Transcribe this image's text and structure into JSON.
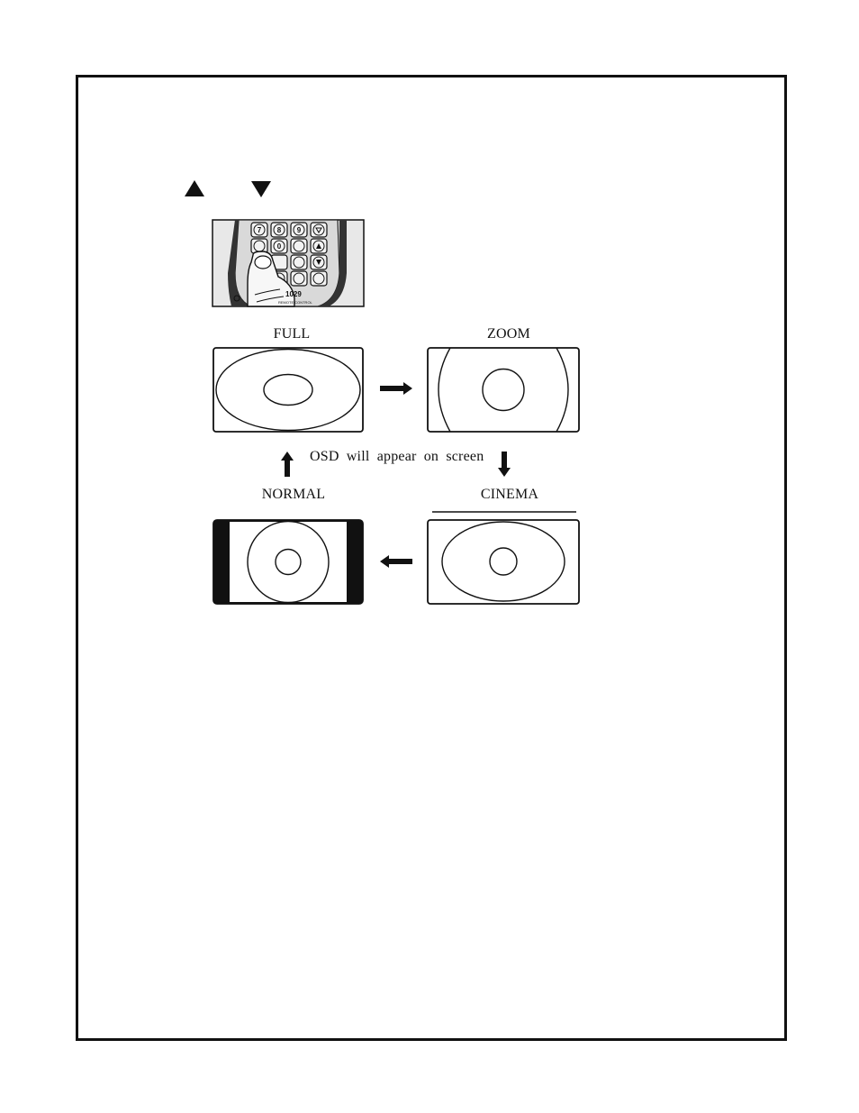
{
  "navigation_keys": {
    "up_icon": "up-triangle-icon",
    "down_icon": "down-triangle-icon"
  },
  "remote": {
    "keys_row1": [
      "7",
      "8",
      "9"
    ],
    "keys_row2": [
      "0"
    ],
    "model_text": "1029",
    "caption_text": "REMOTE CONTROL"
  },
  "modes": {
    "full": "FULL",
    "zoom": "ZOOM",
    "normal": "NORMAL",
    "cinema": "CINEMA"
  },
  "osd_note": "OSD will appear on screen",
  "colors": {
    "ink": "#111111",
    "paper": "#ffffff"
  }
}
